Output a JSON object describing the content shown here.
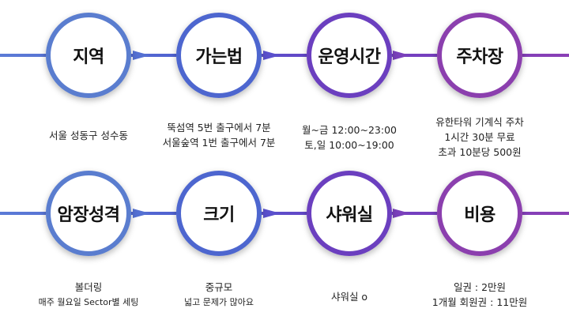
{
  "colors": {
    "ring_1": "#5a7dcf",
    "ring_2": "#4d66cf",
    "ring_3": "#6b3fbf",
    "ring_4": "#8b3fae"
  },
  "row1": [
    {
      "title": "지역",
      "lines": [
        "서울 성동구 성수동"
      ]
    },
    {
      "title": "가는법",
      "lines": [
        "뚝섬역 5번 출구에서 7분",
        "서울숲역 1번 출구에서 7분"
      ]
    },
    {
      "title": "운영시간",
      "lines": [
        "월~금  12:00~23:00",
        "토,일 10:00~19:00"
      ]
    },
    {
      "title": "주차장",
      "lines": [
        "유한타워 기계식 주차",
        "1시간 30분 무료",
        "초과 10분당 500원"
      ]
    }
  ],
  "row2": [
    {
      "title": "암장성격",
      "lines": [
        "볼더링",
        "매주 월요일 Sector별 세팅"
      ]
    },
    {
      "title": "크기",
      "lines": [
        "중규모",
        "넓고 문제가 많아요"
      ]
    },
    {
      "title": "샤워실",
      "lines": [
        "샤워실 o"
      ]
    },
    {
      "title": "비용",
      "lines": [
        "일권 : 2만원",
        "1개월 회원권 : 11만원"
      ]
    }
  ]
}
